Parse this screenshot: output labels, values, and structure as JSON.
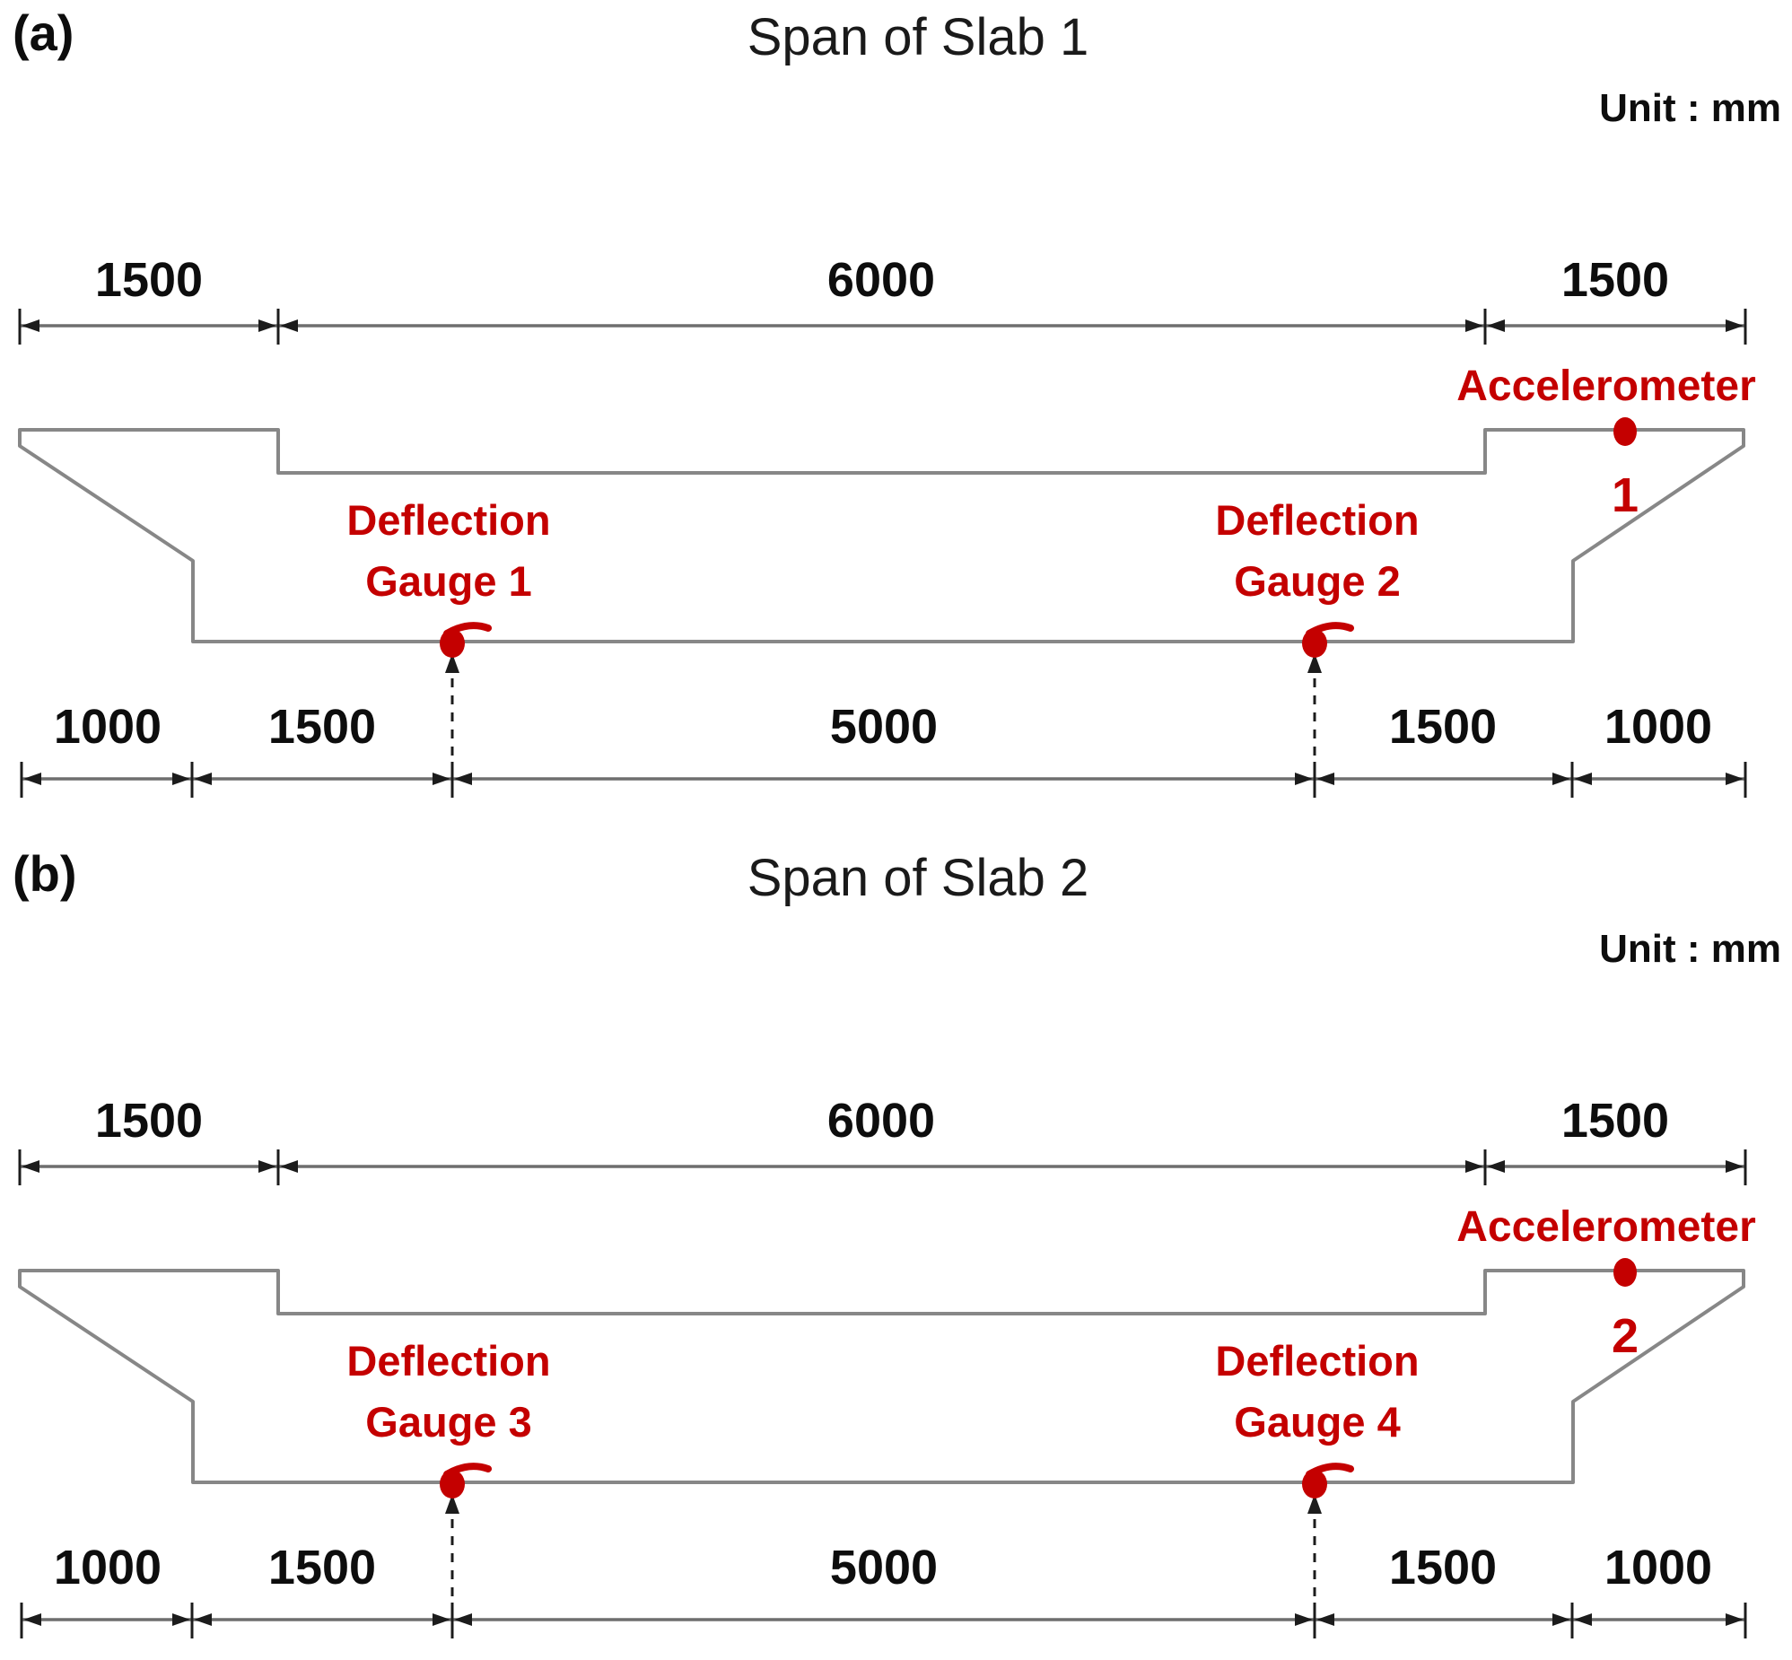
{
  "figure": {
    "unit_note": "Unit : mm",
    "colors": {
      "red": "#c40000",
      "outline": "#878787",
      "dim_line": "#6e6e6e",
      "text": "#0d0d0d"
    }
  },
  "panels": [
    {
      "tag": "(a)",
      "title": "Span of Slab 1",
      "unit": "Unit : mm",
      "top_dims": [
        "1500",
        "6000",
        "1500"
      ],
      "bottom_dims": [
        "1000",
        "1500",
        "5000",
        "1500",
        "1000"
      ],
      "accelerometer": {
        "label": "Accelerometer",
        "number": "1"
      },
      "gauges": [
        {
          "line1": "Deflection",
          "line2": "Gauge 1"
        },
        {
          "line1": "Deflection",
          "line2": "Gauge 2"
        }
      ]
    },
    {
      "tag": "(b)",
      "title": "Span of Slab 2",
      "unit": "Unit : mm",
      "top_dims": [
        "1500",
        "6000",
        "1500"
      ],
      "bottom_dims": [
        "1000",
        "1500",
        "5000",
        "1500",
        "1000"
      ],
      "accelerometer": {
        "label": "Accelerometer",
        "number": "2"
      },
      "gauges": [
        {
          "line1": "Deflection",
          "line2": "Gauge 3"
        },
        {
          "line1": "Deflection",
          "line2": "Gauge 4"
        }
      ]
    }
  ]
}
